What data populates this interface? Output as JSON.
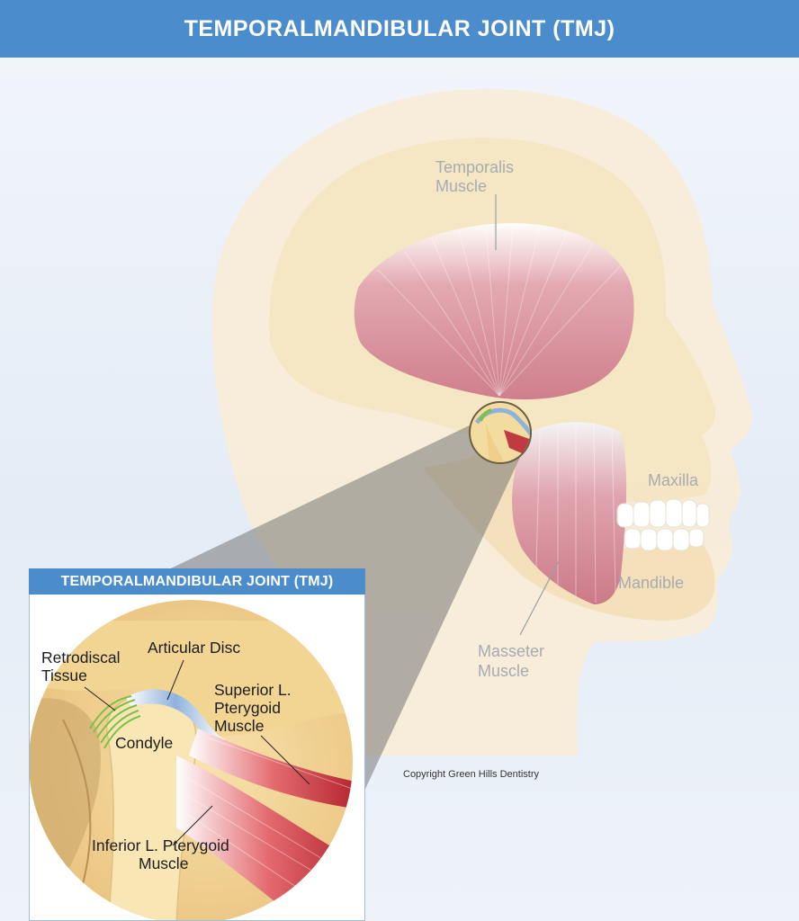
{
  "title": "TEMPORALMANDIBULAR JOINT (TMJ)",
  "inset": {
    "title": "TEMPORALMANDIBULAR JOINT (TMJ)",
    "labels": {
      "retrodiscal_1": "Retrodiscal",
      "retrodiscal_2": "Tissue",
      "articular_disc": "Articular Disc",
      "superior_1": "Superior L.",
      "superior_2": "Pterygoid",
      "superior_3": "Muscle",
      "condyle": "Condyle",
      "inferior_1": "Inferior L. Pterygoid",
      "inferior_2": "Muscle"
    }
  },
  "skull_labels": {
    "temporalis_1": "Temporalis",
    "temporalis_2": "Muscle",
    "maxilla": "Maxilla",
    "mandible": "Mandible",
    "masseter_1": "Masseter",
    "masseter_2": "Muscle"
  },
  "copyright": "Copyright Green Hills Dentistry",
  "colors": {
    "banner": "#4a8ccc",
    "head": "#f7ebd5",
    "skull": "#f6e7c8",
    "muscle": "#d68a96",
    "muscle_dark": "#c03a42",
    "disc": "#8fb2dc",
    "retrodiscal": "#7fbf4a",
    "condyle": "#f5d891"
  }
}
